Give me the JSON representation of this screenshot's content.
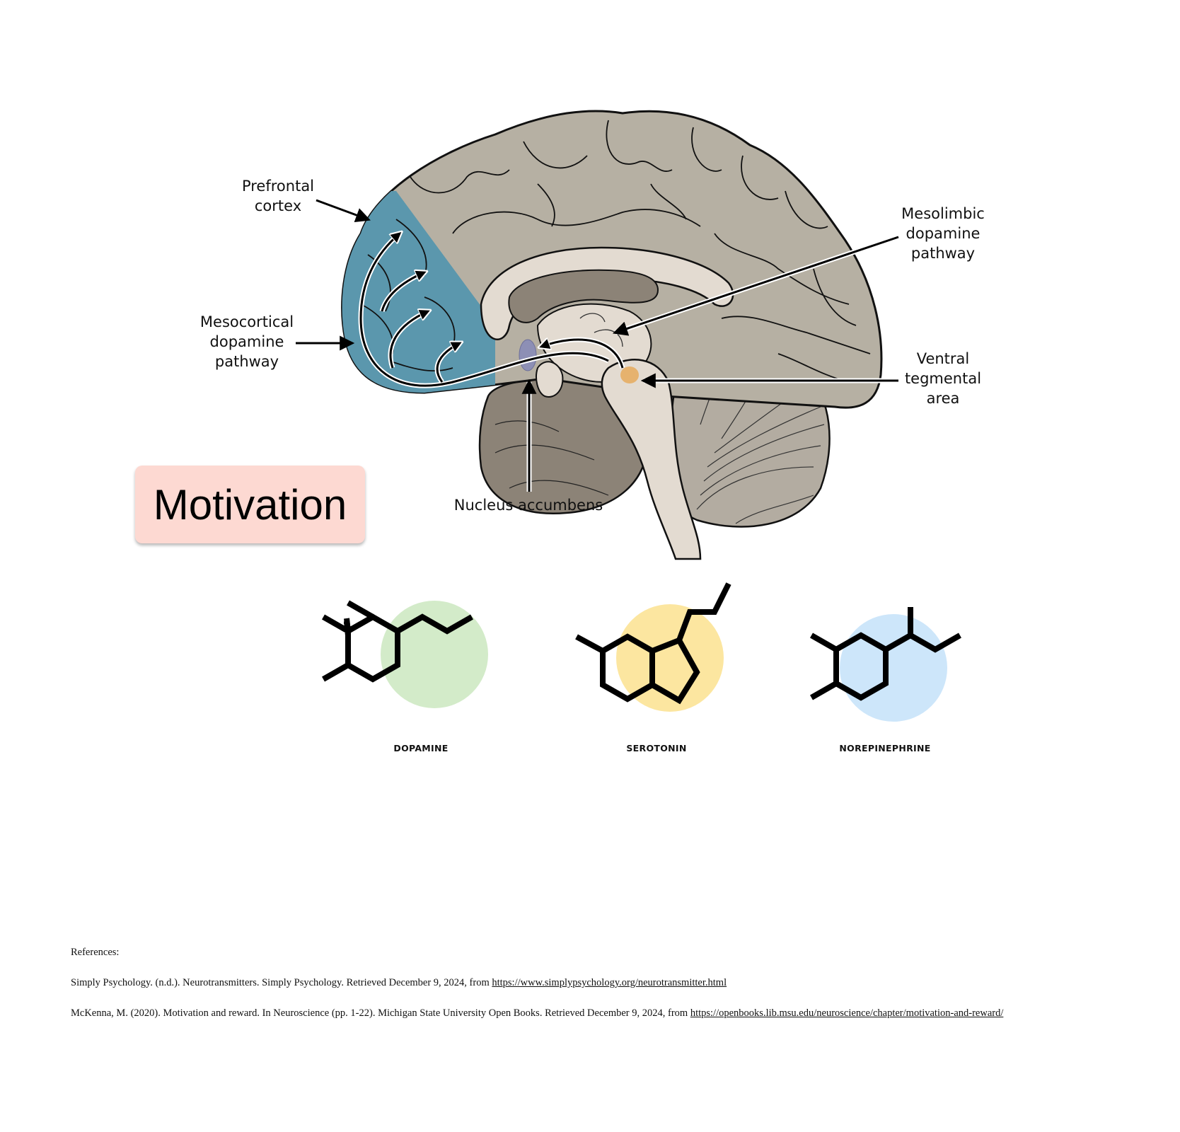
{
  "diagram": {
    "labels": {
      "prefrontal": [
        "Prefrontal",
        "cortex"
      ],
      "mesocortical": [
        "Mesocortical",
        "dopamine",
        "pathway"
      ],
      "mesolimbic": [
        "Mesolimbic",
        "dopamine",
        "pathway"
      ],
      "vta": [
        "Ventral",
        "tegmental",
        "area"
      ],
      "nucleus": "Nucleus accumbens"
    },
    "badge": "Motivation",
    "colors": {
      "cortex": "#b6b0a3",
      "prefrontal": "#5b97ad",
      "inner": "#e3dbd1",
      "ventricle": "#8c8377",
      "cerebellum": "#b3aca1",
      "nucleus_accumbens": "#8d8fb5",
      "vta": "#e6b26e",
      "badge_bg": "#fdd9d2"
    }
  },
  "molecules": [
    {
      "name": "DOPAMINE",
      "color": "#d3ebc9"
    },
    {
      "name": "SEROTONIN",
      "color": "#fce6a0"
    },
    {
      "name": "NOREPINEPHRINE",
      "color": "#cde6fa"
    }
  ],
  "references": {
    "heading": "References:",
    "items": [
      {
        "text": "Simply Psychology. (n.d.). Neurotransmitters. Simply Psychology. Retrieved December 9, 2024, from ",
        "url": "https://www.simplypsychology.org/neurotransmitter.html"
      },
      {
        "text": "McKenna, M. (2020). Motivation and reward. In Neuroscience (pp. 1-22). Michigan State University Open Books. Retrieved December 9, 2024, from ",
        "url": "https://openbooks.lib.msu.edu/neuroscience/chapter/motivation-and-reward/"
      }
    ]
  }
}
